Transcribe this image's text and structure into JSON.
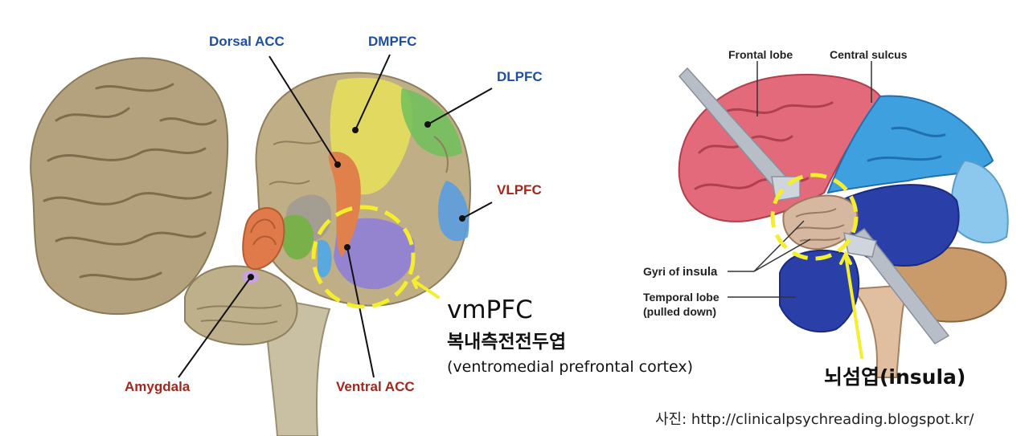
{
  "left_figure": {
    "labels": {
      "dorsal_acc": "Dorsal ACC",
      "dmpfc": "DMPFC",
      "dlpfc": "DLPFC",
      "vlpfc": "VLPFC",
      "amygdala": "Amygdala",
      "ventral_acc": "Ventral ACC"
    },
    "colors": {
      "label_blue": "#1f4fa3",
      "label_red": "#a3271c",
      "highlight": "#f4ee2c"
    }
  },
  "vmpfc_caption": {
    "abbr": "vmPFC",
    "korean": "복내측전전두엽",
    "english": "(ventromedial prefrontal cortex)"
  },
  "right_figure": {
    "labels": {
      "frontal_lobe": "Frontal lobe",
      "central_sulcus": "Central sulcus",
      "gyri_prefix": "Gyri of ",
      "gyri_bold": "insula",
      "temporal_line1": "Temporal lobe",
      "temporal_line2": "(pulled down)"
    },
    "insula_caption": "뇌섬엽(insula)"
  },
  "source": "사진: http://clinicalpsychreading.blogspot.kr/"
}
